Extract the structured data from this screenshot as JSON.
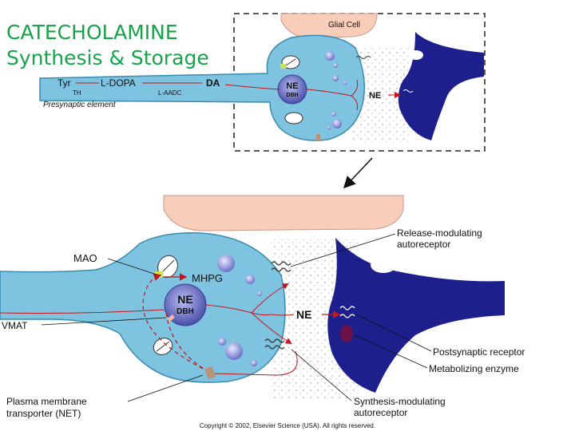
{
  "title": {
    "line1": "CATECHOLAMINE",
    "line2": "Synthesis & Storage"
  },
  "colors": {
    "title": "#17a34a",
    "neuron": "#7ec3df",
    "neuron_outline": "#3a8bb0",
    "postsynaptic": "#1c1f8c",
    "glial": "#f8cdb9",
    "arrow": "#c4161c",
    "vesicle": "#7d84d6",
    "enzyme": "#6b1048",
    "mao": "#c8e64a"
  },
  "top_panel": {
    "glial_cell": "Glial Cell",
    "pathway": {
      "tyr": "Tyr",
      "th": "TH",
      "ldopa": "L-DOPA",
      "laadc": "L-AADC",
      "da": "DA"
    },
    "vesicle_ne": "NE",
    "vesicle_dbh": "DBH",
    "ne_release": "NE",
    "presynaptic_element": "Presynaptic element"
  },
  "bottom_panel": {
    "mao": "MAO",
    "mhpg": "MHPG",
    "vesicle_ne": "NE",
    "vesicle_dbh": "DBH",
    "vmat": "VMAT",
    "ne_release": "NE",
    "release_modulating_1": "Release-modulating",
    "release_modulating_2": "autoreceptor",
    "postsynaptic_receptor": "Postsynaptic receptor",
    "metabolizing_enzyme": "Metabolizing enzyme",
    "net_1": "Plasma membrane",
    "net_2": "transporter (NET)",
    "synthesis_modulating_1": "Synthesis-modulating",
    "synthesis_modulating_2": "autoreceptor"
  },
  "copyright": "Copyright © 2002, Elsevier Science (USA). All rights reserved."
}
